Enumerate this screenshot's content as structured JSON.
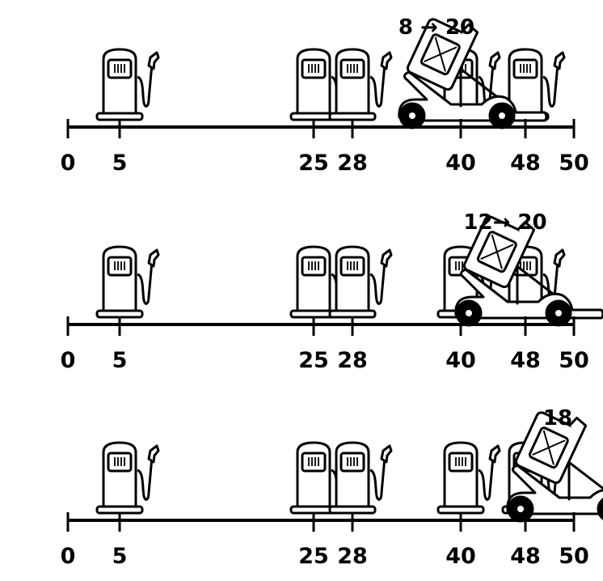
{
  "colors": {
    "ink": "#000000",
    "background": "#ffffff"
  },
  "axis_ticks": [
    "0",
    "5",
    "25",
    "28",
    "40",
    "48",
    "50"
  ],
  "rows": [
    {
      "stations": [
        "5",
        "25",
        "28",
        "40",
        "48"
      ],
      "car_fuel_label": "8 → 20"
    },
    {
      "stations": [
        "5",
        "25",
        "28",
        "40",
        "48"
      ],
      "car_fuel_label": "12→ 20"
    },
    {
      "stations": [
        "5",
        "25",
        "28",
        "40",
        "48"
      ],
      "car_fuel_label": "18"
    }
  ],
  "icons": {
    "station": "gas-pump-icon",
    "car": "cart-with-jerrycan-icon"
  }
}
